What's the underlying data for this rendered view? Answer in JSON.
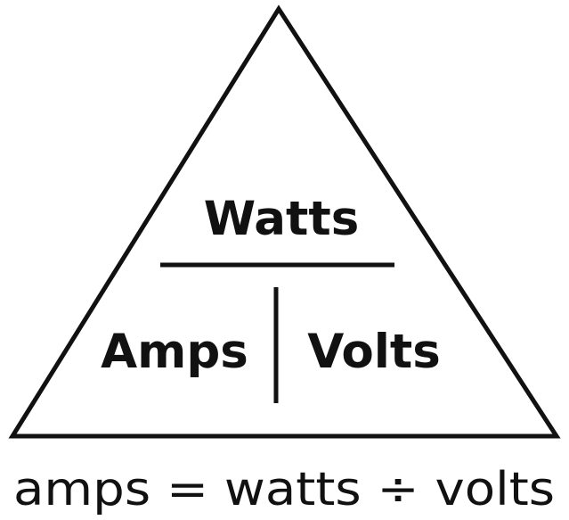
{
  "triangle": {
    "top_label": "Watts",
    "bottom_left_label": "Amps",
    "bottom_right_label": "Volts"
  },
  "formula": "amps = watts ÷ volts",
  "colors": {
    "stroke": "#111111",
    "text": "#111111",
    "background": "#ffffff"
  }
}
